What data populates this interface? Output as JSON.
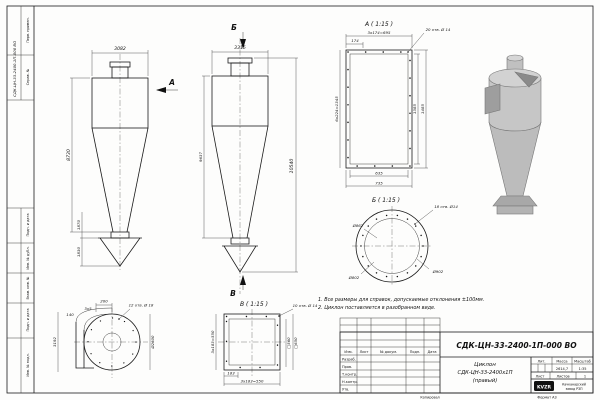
{
  "frame": {
    "corner_code": "СДК-ЦН-33-2400-1П-000 ВО",
    "stamp_perv": "Перв. примен.",
    "stamp_sprav": "Справ. №",
    "stamp_podp1": "Подп. и дата",
    "stamp_inv_dubl": "Инв. № дубл.",
    "stamp_vzam": "Взам. инв. №",
    "stamp_podp2": "Подп. и дата",
    "stamp_inv_podl": "Инв. № подл.",
    "kopiroval": "Копировал",
    "format": "Формат А3"
  },
  "views": {
    "front": {
      "dim_width": "3082",
      "dim_height": "8730",
      "dim_cone": "1870",
      "dim_hopper": "1830",
      "view_arrow": "А"
    },
    "side": {
      "label_top": "Б",
      "label_bottom": "В",
      "dim_width": "3315",
      "dim_right": "10540",
      "dim_left": "9637"
    },
    "section_a": {
      "title": "А ( 1:15 )",
      "dim_step": "174",
      "dim_top": "3х174=695",
      "holes": "20 отв. Ø 14",
      "dim_left": "6х224=1345",
      "dim_right_inner": "1385",
      "dim_right_outer": "1485",
      "dim_bot_inner": "635",
      "dim_bot_outer": "735"
    },
    "section_b": {
      "title": "Б ( 1:15 )",
      "holes": "18 отв. Ø14",
      "d_bolt": "Ø862",
      "d_inner": "Ø802",
      "d_outer": "Ø902"
    },
    "section_v": {
      "title": "В ( 1:15 )",
      "holes": "10 отв. Ø 14",
      "dim_left": "3х183=550",
      "dim_step": "183",
      "dim_bottom": "3х183=550",
      "sq_inner": "□560",
      "sq_outer": "□650"
    },
    "scroll": {
      "dim_top": "200",
      "dim_small": "3х5",
      "dim_140": "140",
      "holes": "12 отв. Ø 18",
      "dim_height": "3192",
      "dim_d": "Ø2600"
    }
  },
  "notes": {
    "line1": "1. Все размеры для справок, допускаемые отклонения ±100мм.",
    "line2": "2. Циклон поставляется в разобранном виде."
  },
  "title_block": {
    "designation": "СДК-ЦН-33-2400-1П-000 ВО",
    "name_line1": "Циклон",
    "name_line2": "СДК-ЦН-33-2400х1П",
    "name_line3": "(правый)",
    "col_izm": "Изм.",
    "col_list": "Лист",
    "col_doc": "№ докум.",
    "col_podp": "Подп.",
    "col_data": "Дата",
    "row_razrab": "Разраб.",
    "row_prov": "Пров.",
    "row_tkontr": "Т.контр.",
    "row_nkontr": "Н.контр.",
    "row_utv": "Утв.",
    "lit_label": "Лит.",
    "mass_label": "Масса",
    "scale_label": "Масштаб",
    "mass_value": "2614,7",
    "scale_value": "1:35",
    "sheet_label": "Лист",
    "sheets_label": "Листов",
    "sheets_value": "1",
    "logo": "KVZR",
    "company_line1": "Качканарский",
    "company_line2": "завод РЗП"
  }
}
